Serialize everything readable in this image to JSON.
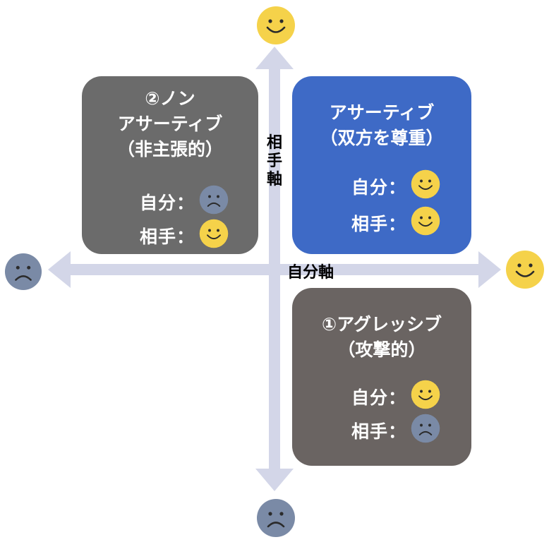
{
  "colors": {
    "axis": "#d3d6e8",
    "gray_box": "#6b6b6b",
    "blue_box": "#3e6ac6",
    "brown_box": "#6a6462",
    "happy": "#f5d24a",
    "sad": "#7a8aa6",
    "face_line": "#2b2b2b"
  },
  "axes": {
    "vertical_label": "相手軸",
    "horizontal_label": "自分軸",
    "top_end": "smile-icon",
    "bottom_end": "frown-icon",
    "left_end": "frown-icon",
    "right_end": "smile-icon"
  },
  "quadrants": {
    "non_assertive": {
      "title_line1": "②ノン",
      "title_line2": "アサーティブ",
      "title_line3": "（非主張的）",
      "self_label": "自分：",
      "self_face": "frown-icon",
      "other_label": "相手：",
      "other_face": "smile-icon"
    },
    "assertive": {
      "title_line1": "アサーティブ",
      "title_line2": "（双方を尊重）",
      "self_label": "自分：",
      "self_face": "smile-icon",
      "other_label": "相手：",
      "other_face": "smile-icon"
    },
    "aggressive": {
      "title_line1": "①アグレッシブ",
      "title_line2": "（攻撃的）",
      "self_label": "自分：",
      "self_face": "smile-icon",
      "other_label": "相手：",
      "other_face": "frown-icon"
    }
  }
}
